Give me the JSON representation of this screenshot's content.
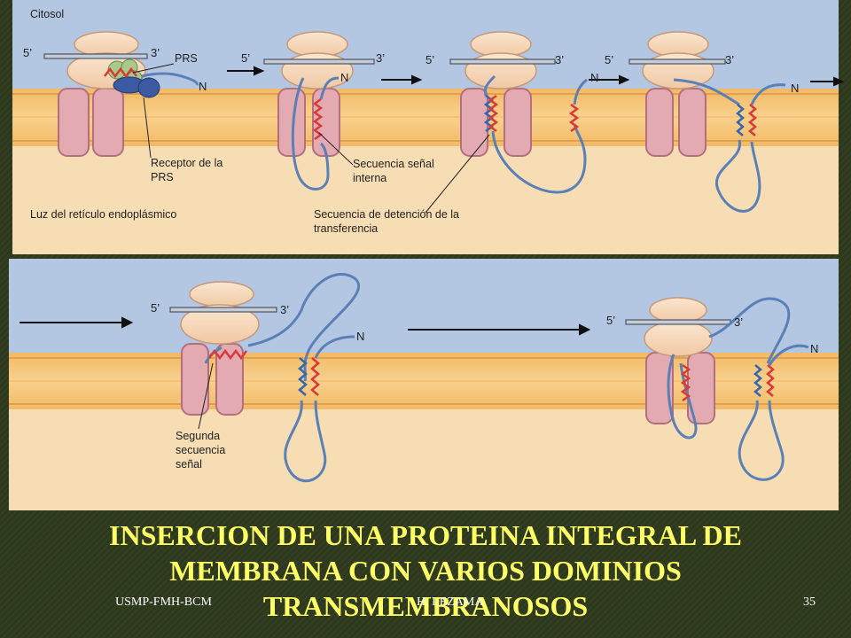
{
  "diagram": {
    "labels": {
      "cytosol": "Citosol",
      "lumen": "Luz del retículo endoplásmico",
      "srp": "PRS",
      "srp_receptor": "Receptor de la PRS",
      "internal_signal": "Secuencia señal interna",
      "stop_transfer": "Secuencia de detención de la transferencia",
      "second_signal": "Segunda secuencia señal"
    },
    "end_labels": {
      "five_prime": "5’",
      "three_prime": "3’",
      "n_terminus": "N"
    },
    "colors": {
      "cytosol": "#b3c6e2",
      "lumen": "#f7ddb4",
      "membrane": "#f6c276",
      "ribosome": "#f7dcc0",
      "translocon": "#e4aab2",
      "polypeptide": "#5b80b6",
      "signal_sequence": "#d83a3a",
      "stop_transfer_sequence": "#3566b0",
      "srp": "#a9c98a",
      "srp_receptor": "#3c5aa2"
    }
  },
  "slide": {
    "title": "INSERCION DE UNA PROTEINA INTEGRAL DE MEMBRANA CON VARIOS DOMINIOS TRANSMEMBRANOSOS",
    "footer_left": "USMP-FMH-BCM",
    "footer_center": "H. LEZAMA",
    "page_number": "35"
  }
}
